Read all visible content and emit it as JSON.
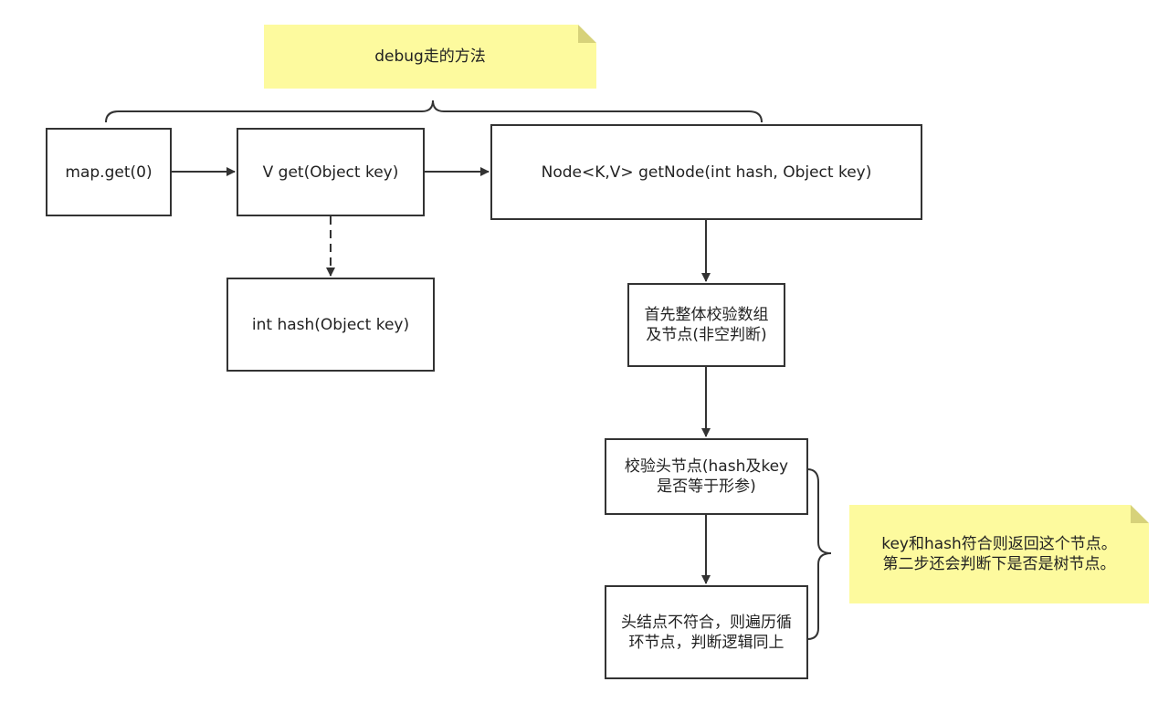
{
  "notes": {
    "top": "debug走的方法",
    "right": "key和hash符合则返回这个节点。\n第二步还会判断下是否是树节点。"
  },
  "boxes": {
    "map_get": "map.get(0)",
    "v_get": "V get(Object key)",
    "get_node": "Node<K,V> getNode(int hash, Object key)",
    "int_hash": "int hash(Object key)",
    "check_array": "首先整体校验数组\n及节点(非空判断)",
    "check_head": "校验头节点(hash及key\n是否等于形参)",
    "loop_nodes": "头结点不符合，则遍历循\n环节点，判断逻辑同上"
  },
  "colors": {
    "note_fill": "#fdfa9e",
    "stroke": "#333333"
  }
}
